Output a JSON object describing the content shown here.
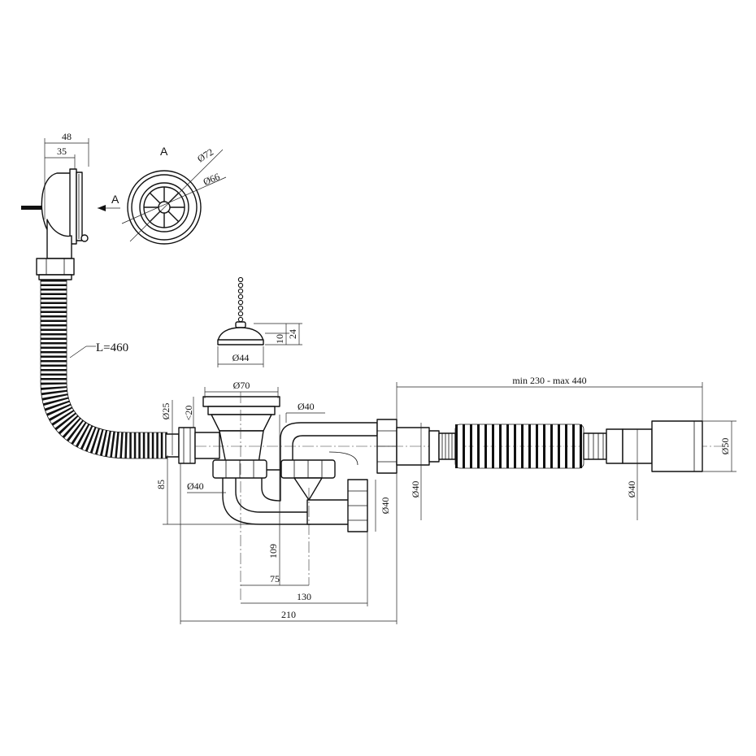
{
  "colors": {
    "line": "#111111",
    "background": "#ffffff"
  },
  "view": {
    "letter": "A",
    "arrow_letter": "A"
  },
  "dimensions": {
    "overflow_width_total": "48",
    "overflow_width_part": "35",
    "grill_outer": "Ø72",
    "grill_inner": "Ø66",
    "hose_length": "L=460",
    "plug_diameter": "Ø44",
    "plug_height_small": "10",
    "plug_height_total": "24",
    "outlet_diameter": "Ø70",
    "outlet_projection": "<20",
    "inlet_diameter": "Ø25",
    "trap_pipe_top": "Ø40",
    "trap_pipe_left": "Ø40",
    "side_branch": "Ø40",
    "union_outlet": "Ø40",
    "flex_outlet": "Ø40",
    "socket_outlet": "Ø50",
    "flex_length": "min 230 - max 440",
    "height_85": "85",
    "height_109": "109",
    "len_75": "75",
    "len_130": "130",
    "len_210": "210"
  }
}
